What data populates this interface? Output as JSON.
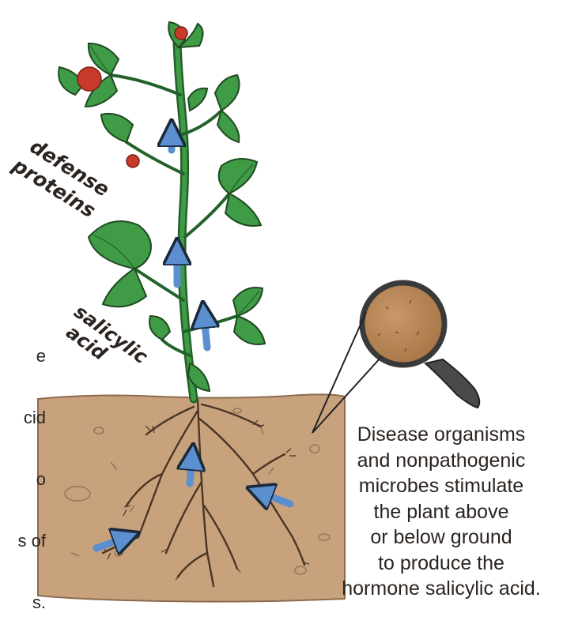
{
  "labels": {
    "defense_line1": "defense",
    "defense_line2": "proteins",
    "salicylic_line1": "salicylic",
    "salicylic_line2": "acid"
  },
  "left_fragment": {
    "lines": [
      "e",
      "cid",
      "o",
      "s of",
      "s."
    ]
  },
  "caption": {
    "lines": [
      "Disease organisms",
      "and nonpathogenic",
      "microbes stimulate",
      "the plant above",
      "or below ground",
      "to produce the",
      "hormone salicylic acid."
    ]
  },
  "colors": {
    "soil": "#c8a27c",
    "soil_edge": "#8c6b4e",
    "leaf": "#3f9b45",
    "leaf_dark": "#23622b",
    "flower": "#c83a2a",
    "arrow": "#5b8fd0",
    "root": "#4a3526",
    "lens": "#b8895c"
  },
  "icons": [
    "magnifying-glass-icon"
  ]
}
